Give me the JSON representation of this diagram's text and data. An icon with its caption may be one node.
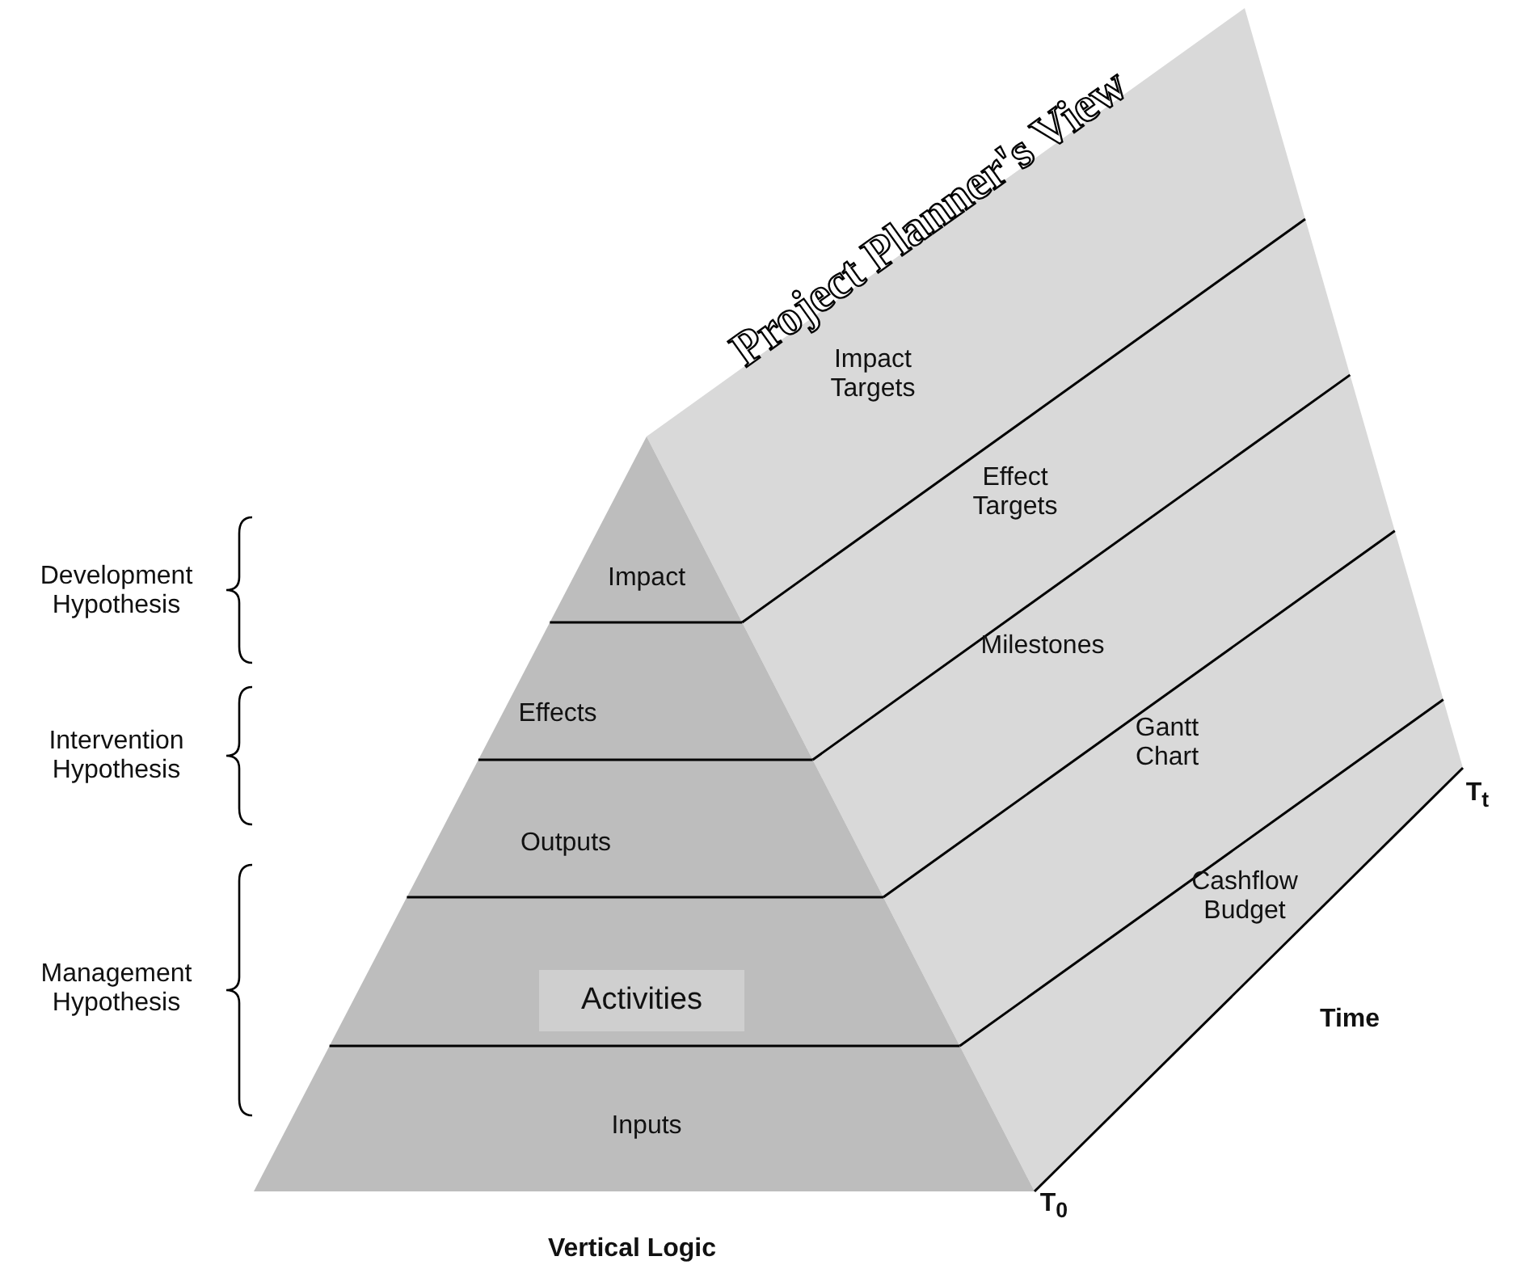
{
  "diagram": {
    "title": "Project Planner's View",
    "nodes": [
      {
        "text": [
          "Impact"
        ]
      },
      {
        "text": [
          "Effects"
        ]
      },
      {
        "text": [
          "Outputs"
        ]
      },
      {
        "text": [
          "Activities"
        ]
      },
      {
        "text": [
          "Inputs"
        ]
      },
      {
        "text": [
          "Impact Targets"
        ]
      },
      {
        "text": [
          "Effect Targets"
        ]
      },
      {
        "text": [
          "Milestones"
        ]
      },
      {
        "text": [
          "Gantt Chart"
        ]
      },
      {
        "text": [
          "Cashflow Budget"
        ]
      }
    ],
    "edges": [],
    "labels": [
      "Development Hypothesis",
      "Intervention Hypothesis",
      "Management Hypothesis",
      "T$_{t}$",
      "Time",
      "T$_{0}$",
      "Vertical Logic"
    ]
  }
}
